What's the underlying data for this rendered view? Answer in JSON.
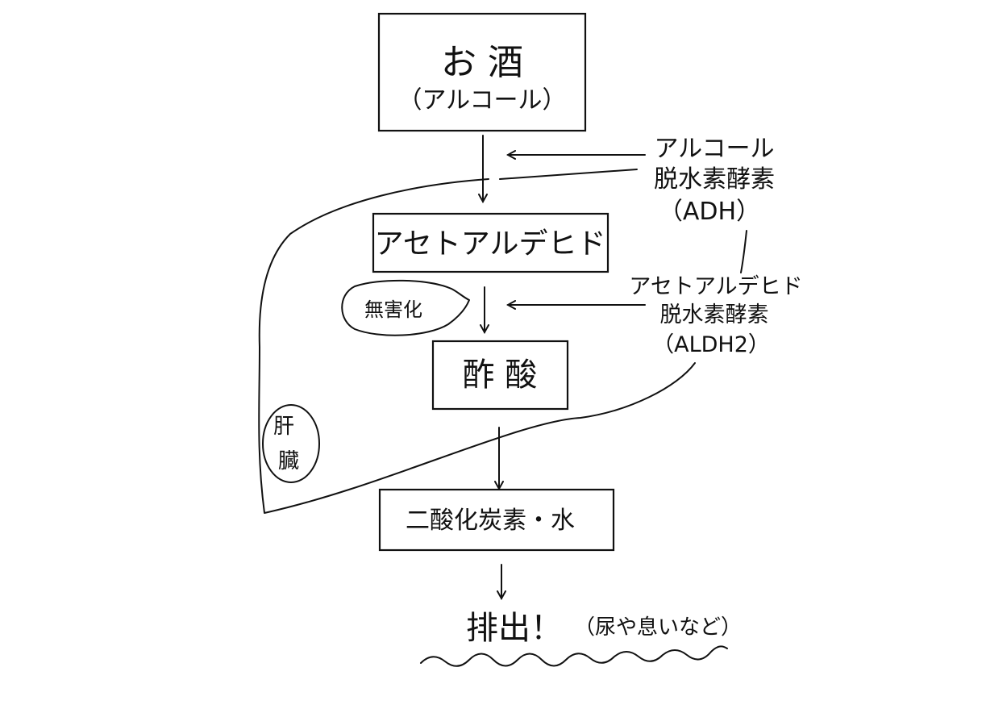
{
  "nodes": {
    "alcohol": {
      "title": "お 酒",
      "subtitle": "（アルコール）"
    },
    "acetaldehyde": {
      "label": "アセトアルデヒド"
    },
    "acetic_acid": {
      "label": "酢 酸"
    },
    "co2_water": {
      "label": "二酸化炭素・水"
    },
    "excretion": {
      "label": "排出！",
      "note": "（尿や息いなど）"
    }
  },
  "enzymes": {
    "adh": {
      "line1": "アルコール",
      "line2": "脱水素酵素",
      "line3": "（ADH）"
    },
    "aldh2": {
      "line1": "アセトアルデヒド",
      "line2": "脱水素酵素",
      "line3": "（ALDH2）"
    }
  },
  "callouts": {
    "detox": "無害化",
    "liver_line1": "肝",
    "liver_line2": "臓"
  }
}
